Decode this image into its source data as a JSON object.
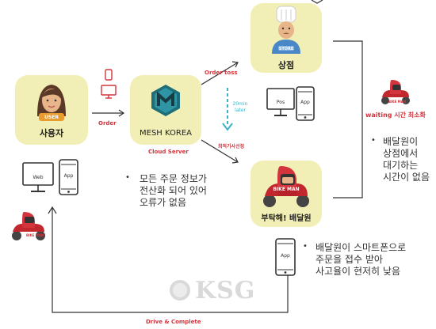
{
  "user": {
    "badge": "USER",
    "label": "사용자"
  },
  "server": {
    "name": "MESH KOREA",
    "sub": "Cloud Server"
  },
  "store": {
    "badge": "STORE",
    "label": "상점"
  },
  "bikeman": {
    "badge": "BIKE MAN",
    "label": "부탁해! 배달원"
  },
  "arrows": {
    "order": "Order",
    "order_toss": "Order  toss",
    "later_top": "20min",
    "later_bottom": "later",
    "dispatch": "최적기사선정",
    "drive": "Drive & Complete",
    "waiting": "waiting 시간 최소화"
  },
  "devices": {
    "pos": "Pos",
    "app": "App",
    "web": "Web"
  },
  "bullets": {
    "server_note": [
      "모든 주문 정보가",
      "전산화 되어 있어",
      "오류가 없음"
    ],
    "store_note": [
      "배달원이",
      "상점에서",
      "대기하는",
      "시간이 없음"
    ],
    "bike_note": [
      "배달원이 스마트폰으로",
      "주문을 접수 받아",
      "사고율이 현저히 낮음"
    ]
  },
  "watermark": "KSG",
  "colors": {
    "card": "#f2efb6",
    "accent_red": "#d4343c",
    "accent_blue": "#3ab3c9",
    "mesh_teal": "#1e6e7a"
  }
}
